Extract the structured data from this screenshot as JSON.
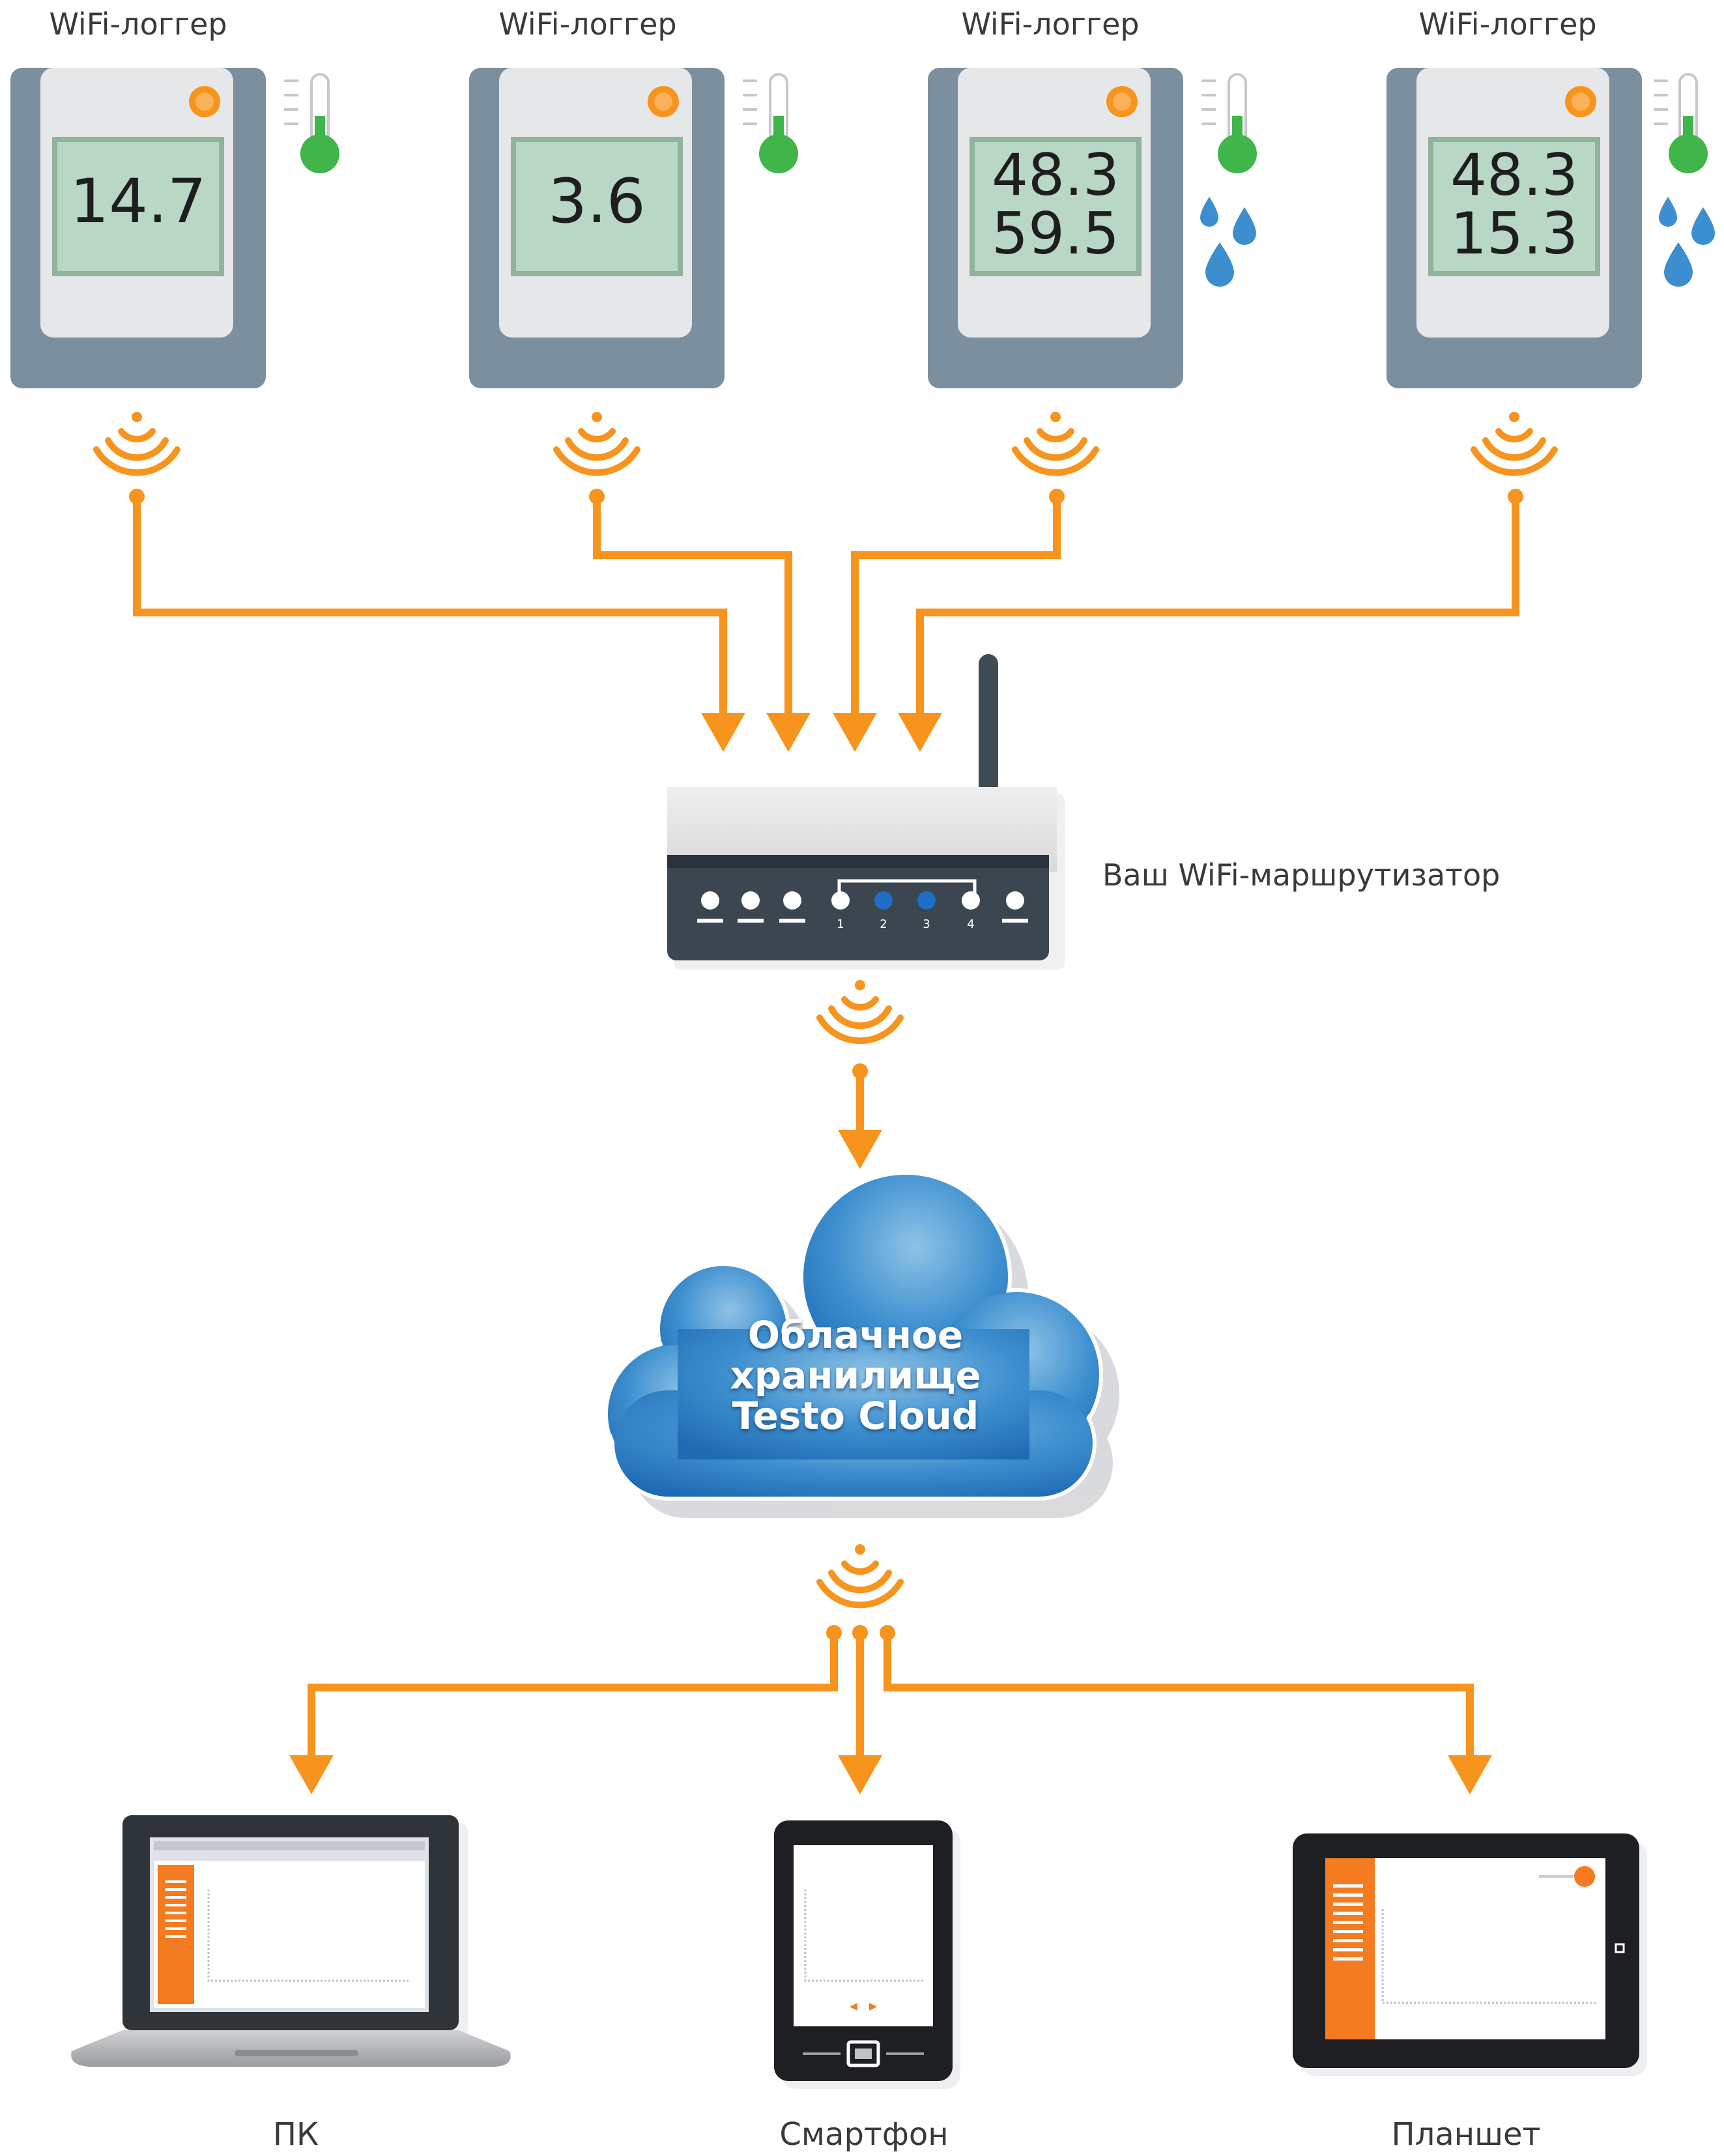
{
  "loggers": [
    {
      "title": "WiFi-логгер",
      "display": [
        "14.7"
      ],
      "humidity": false
    },
    {
      "title": "WiFi-логгер",
      "display": [
        "3.6"
      ],
      "humidity": false
    },
    {
      "title": "WiFi-логгер",
      "display": [
        "48.3",
        "59.5"
      ],
      "humidity": true
    },
    {
      "title": "WiFi-логгер",
      "display": [
        "48.3",
        "15.3"
      ],
      "humidity": true
    }
  ],
  "router": {
    "label": "Ваш WiFi-маршрутизатор",
    "port_labels": [
      "1",
      "2",
      "3",
      "4"
    ]
  },
  "cloud": {
    "lines": [
      "Облачное",
      "хранилище",
      "Testo Cloud"
    ]
  },
  "devices": [
    {
      "label": "ПК"
    },
    {
      "label": "Смартфон"
    },
    {
      "label": "Планшет"
    }
  ],
  "colors": {
    "orange": "#f7941d",
    "logger_body": "#7b8f9f",
    "lcd": "#b8d7c5",
    "thermo_green": "#3fb54a",
    "drop_blue": "#3b8fd1",
    "cloud_blue": "#2d7fc4",
    "router_dark": "#3b4650",
    "port_blue": "#1f6fc6"
  }
}
